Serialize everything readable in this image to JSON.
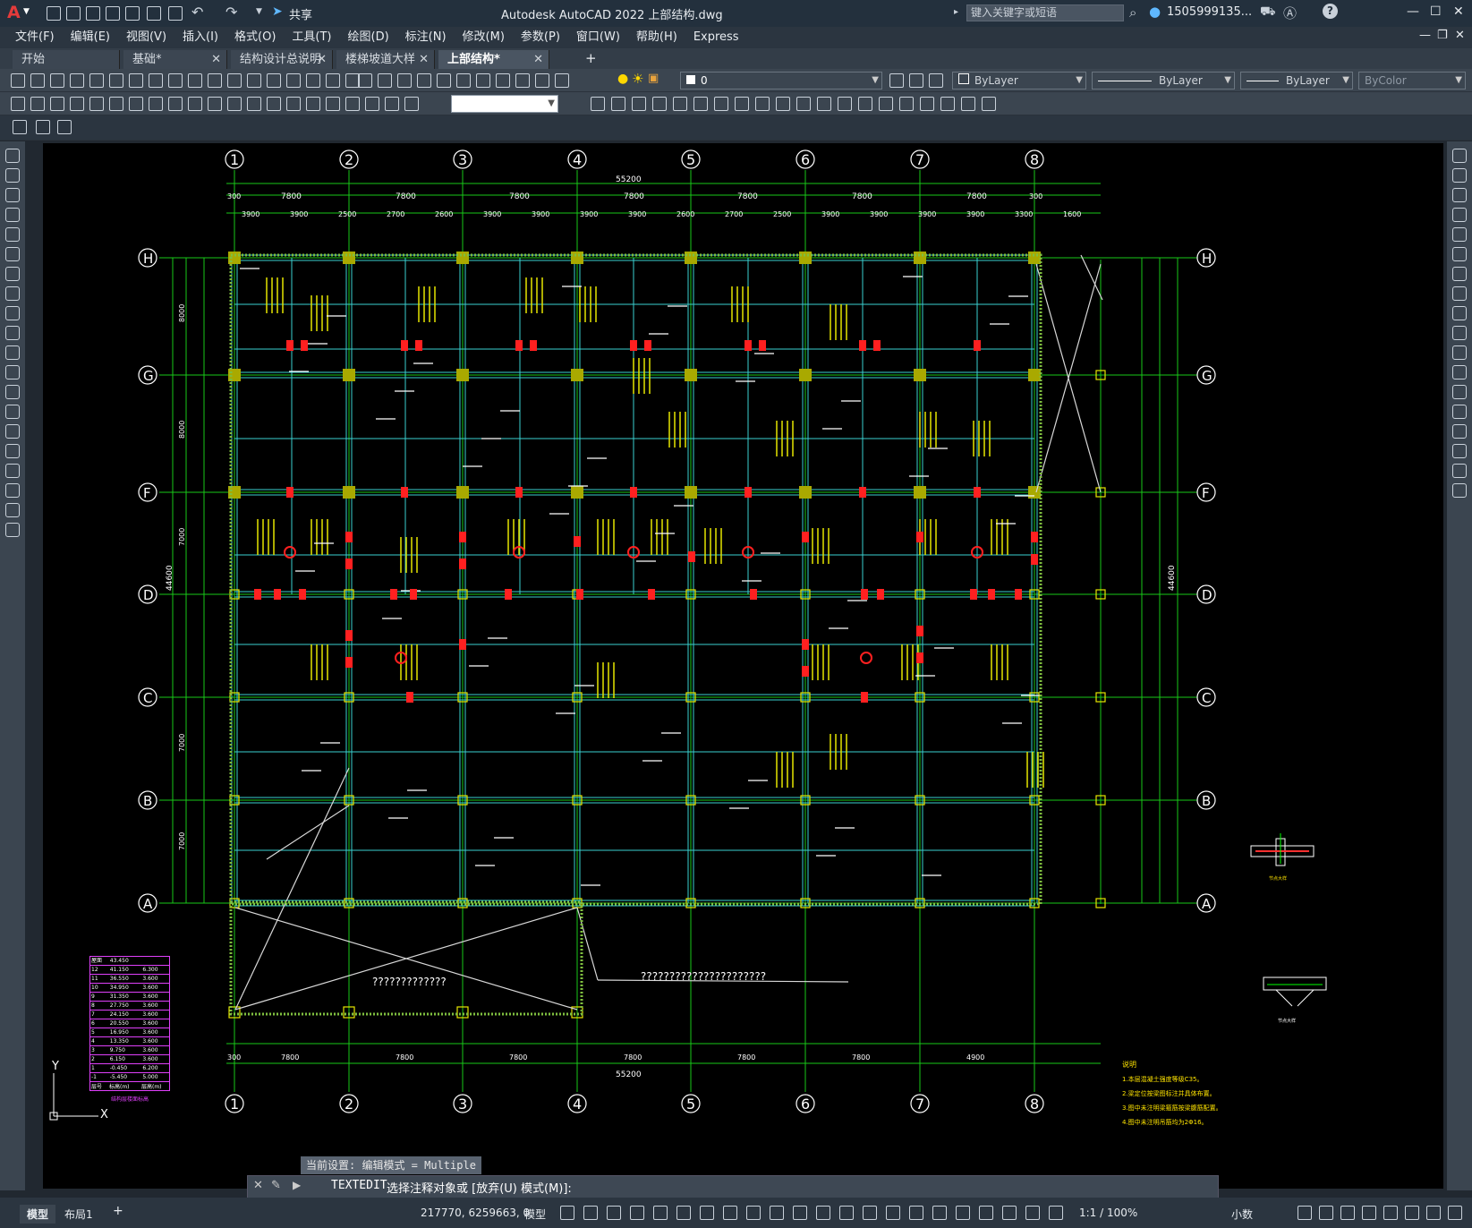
{
  "app": {
    "title": "Autodesk AutoCAD 2022    上部结构.dwg",
    "share_label": "共享",
    "search_placeholder": "键入关键字或短语",
    "user": "1505999135...",
    "logo_letter": "A"
  },
  "menu": [
    "文件(F)",
    "编辑(E)",
    "视图(V)",
    "插入(I)",
    "格式(O)",
    "工具(T)",
    "绘图(D)",
    "标注(N)",
    "修改(M)",
    "参数(P)",
    "窗口(W)",
    "帮助(H)",
    "Express"
  ],
  "tabs": [
    {
      "label": "开始",
      "closable": false
    },
    {
      "label": "基础*",
      "closable": true
    },
    {
      "label": "结构设计总说明",
      "closable": true
    },
    {
      "label": "楼梯坡道大样",
      "closable": true
    },
    {
      "label": "上部结构*",
      "closable": true,
      "active": true
    }
  ],
  "layer_toolbar": {
    "layer": "0",
    "color": "ByLayer",
    "linetype": "ByLayer",
    "lineweight": "ByLayer",
    "plotstyle": "ByColor"
  },
  "drawing": {
    "col_axes": [
      "1",
      "2",
      "3",
      "4",
      "5",
      "6",
      "7",
      "8"
    ],
    "row_axes": [
      "H",
      "G",
      "F",
      "D",
      "C",
      "B",
      "A"
    ],
    "overall_dim": "55200",
    "span_dims": [
      "7800",
      "7800",
      "7800",
      "7800",
      "7800",
      "7800",
      "7800"
    ],
    "end_dims": [
      "300",
      "300"
    ],
    "sub_dims": [
      "3900",
      "3900",
      "2500",
      "2700",
      "2600",
      "3900",
      "3900",
      "3900",
      "3900",
      "2600",
      "2700",
      "2500",
      "3900",
      "3900",
      "3900",
      "3900",
      "3300",
      "1600"
    ],
    "left_height_dim": "44600",
    "right_height_dim": "44600",
    "left_row_dims": [
      "8000",
      "8000",
      "7000",
      "7000",
      "7000"
    ],
    "bottom_span_dims": [
      "7800",
      "7800",
      "7800",
      "7800",
      "7800",
      "7800",
      "4900"
    ],
    "bottom_end_dim": "300",
    "stair_text": "?????????????",
    "opening_text": "??????????????????????",
    "notes_title": "说明",
    "notes": [
      "1.本层混凝土强度等级C35。",
      "2.梁定位按梁图标注并具体布置。",
      "3.图中未注明梁箍筋按梁腹筋配置。",
      "4.图中未注明吊筋均为2Φ16。"
    ]
  },
  "floor_table": {
    "rows": [
      [
        "屋面",
        "43.450",
        ""
      ],
      [
        "12",
        "41.150",
        "6.300"
      ],
      [
        "11",
        "36.550",
        "3.600"
      ],
      [
        "10",
        "34.950",
        "3.600"
      ],
      [
        "9",
        "31.350",
        "3.600"
      ],
      [
        "8",
        "27.750",
        "3.600"
      ],
      [
        "7",
        "24.150",
        "3.600"
      ],
      [
        "6",
        "20.550",
        "3.600"
      ],
      [
        "5",
        "16.950",
        "3.600"
      ],
      [
        "4",
        "13.350",
        "3.600"
      ],
      [
        "3",
        "9.750",
        "3.600"
      ],
      [
        "2",
        "6.150",
        "3.600"
      ],
      [
        "1",
        "-0.450",
        "6.200"
      ],
      [
        "-1",
        "-5.450",
        "5.000"
      ]
    ],
    "footer": [
      "层号",
      "标高(m)",
      "层高(m)"
    ],
    "caption": "结构层楼面标高"
  },
  "ucs": {
    "x": "X",
    "y": "Y"
  },
  "command": {
    "settings_hint": "当前设置: 编辑模式 = Multiple",
    "prompt_cmd": "TEXTEDIT",
    "prompt_text": "选择注释对象或 [放弃(U) 模式(M)]:"
  },
  "layout_tabs": [
    "模型",
    "布局1"
  ],
  "status": {
    "coords": "217770, 6259663, 0",
    "space": "模型",
    "scale": "1:1 / 100%",
    "units": "小数"
  }
}
